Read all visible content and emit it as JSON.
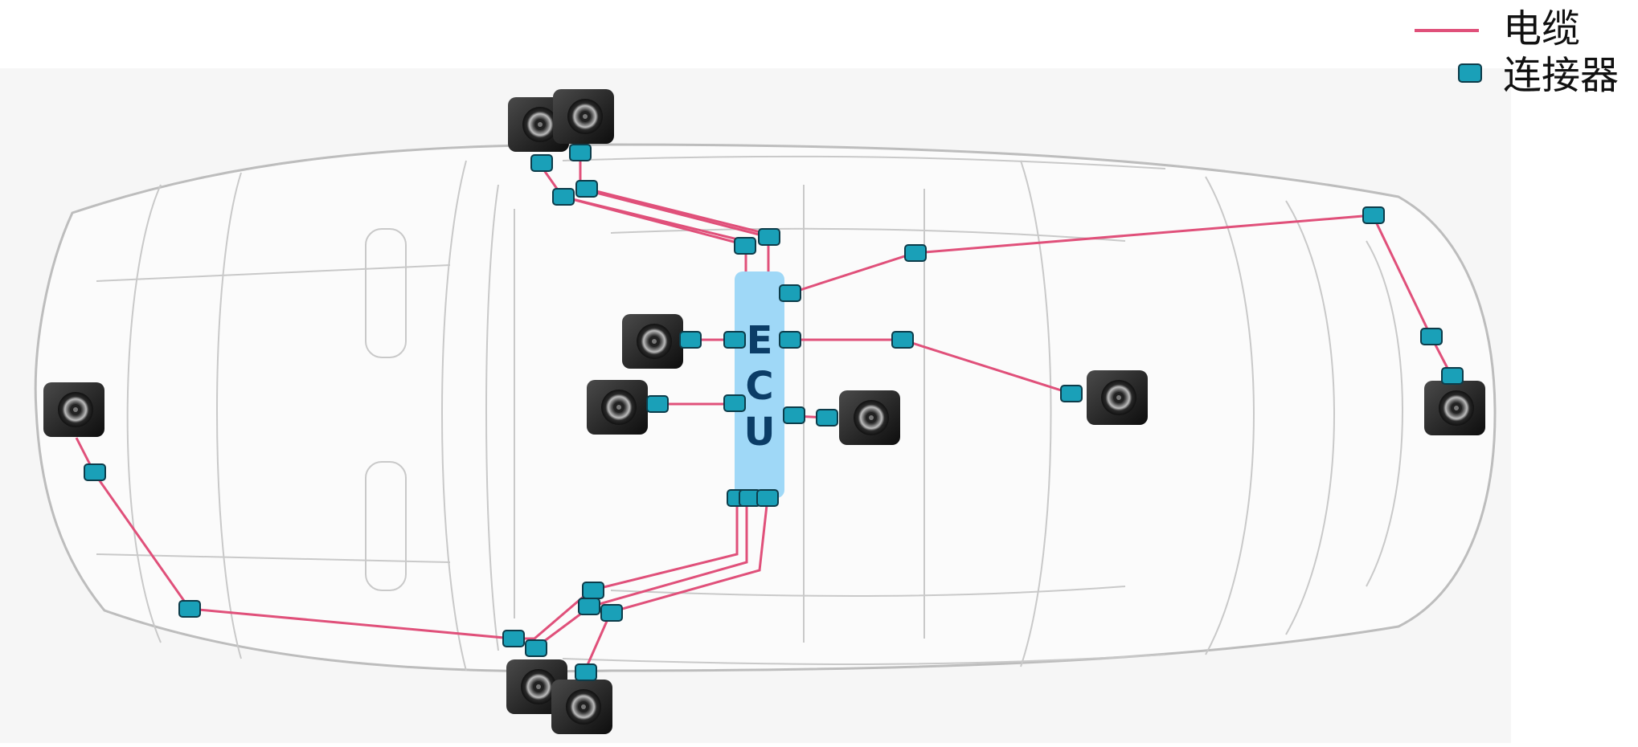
{
  "legend": {
    "cable_label": "电缆",
    "connector_label": "连接器",
    "cable_color": "#e0507a",
    "connector_color": "#1aa0b8"
  },
  "ecu": {
    "letters": [
      "E",
      "C",
      "U"
    ],
    "fill_color": "#9fd8f7",
    "text_color": "#0b3d67"
  },
  "cameras": [
    {
      "id": "front-left-upper-a"
    },
    {
      "id": "front-left-upper-b"
    },
    {
      "id": "front-bumper"
    },
    {
      "id": "cabin-left-1"
    },
    {
      "id": "cabin-left-2"
    },
    {
      "id": "cabin-center"
    },
    {
      "id": "cabin-rear"
    },
    {
      "id": "rear-bumper"
    },
    {
      "id": "rear-left-lower-a"
    },
    {
      "id": "rear-left-lower-b"
    }
  ]
}
